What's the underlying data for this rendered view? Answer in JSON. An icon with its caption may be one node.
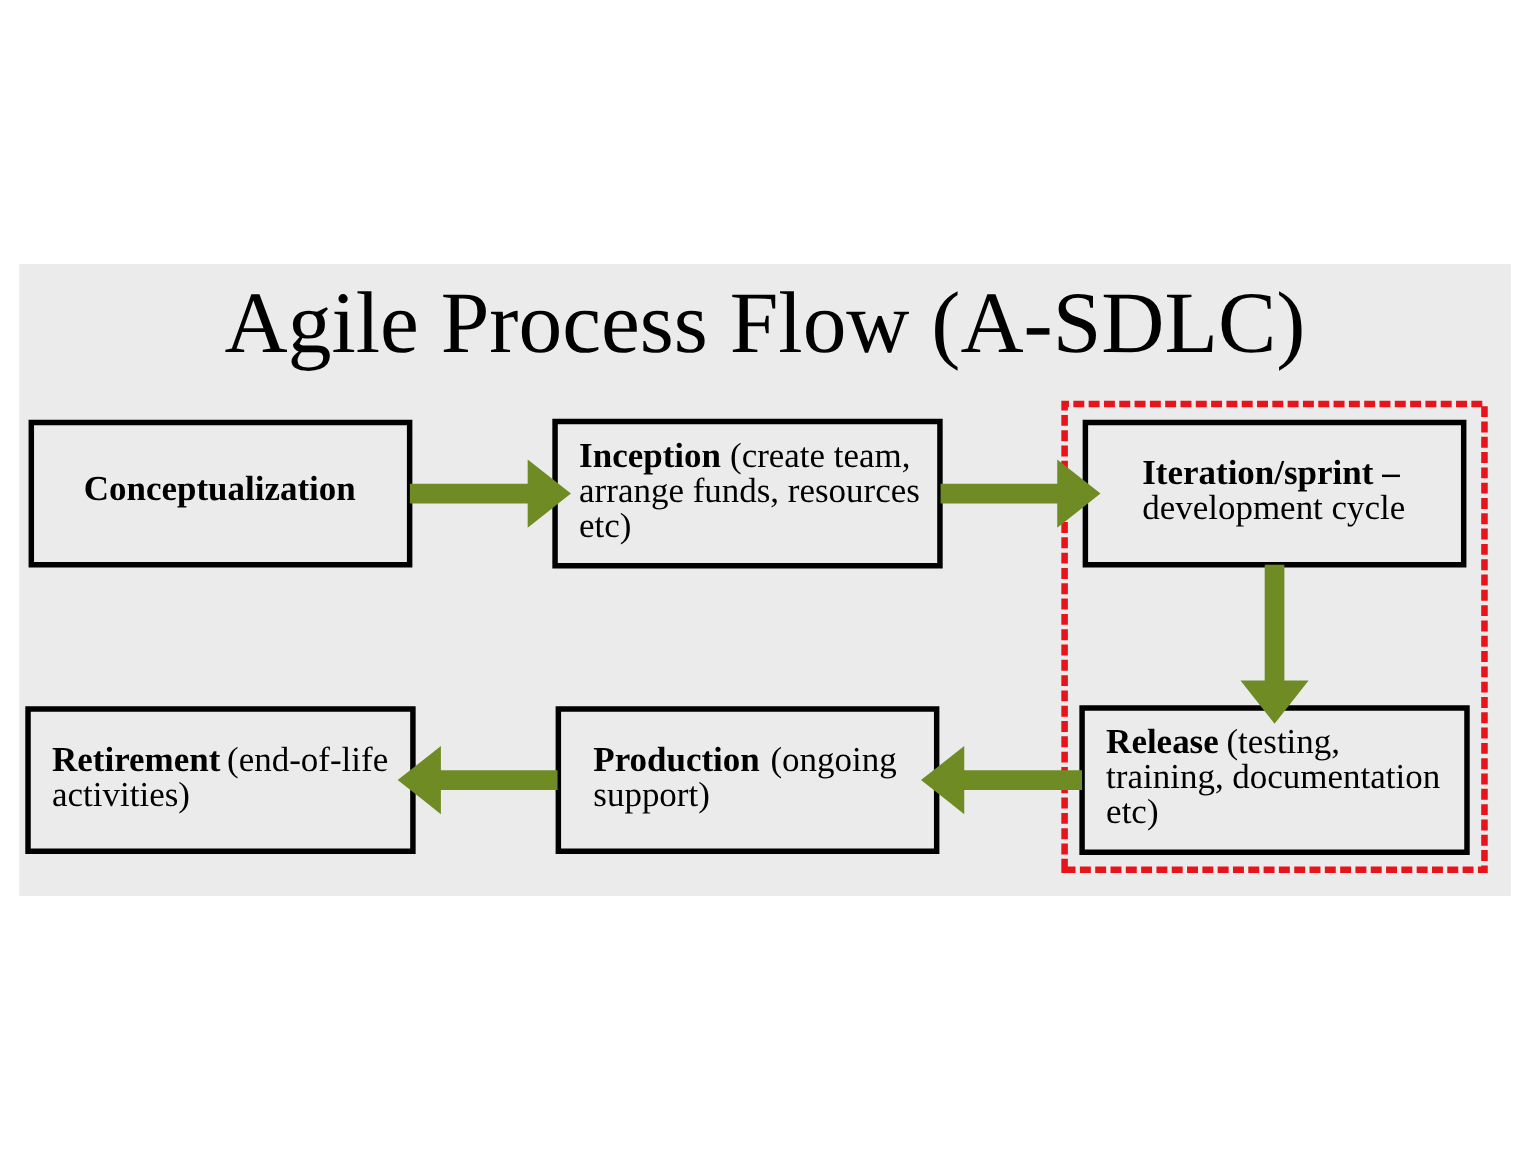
{
  "diagram": {
    "title": "Agile Process Flow (A-SDLC)",
    "nodes": [
      {
        "text": [
          "**Conceptualization**"
        ]
      },
      {
        "text": [
          "**Inception** (create team, arrange funds, resources etc)"
        ]
      },
      {
        "text": [],
        "shape": "box"
      },
      {
        "text": [
          "**Iteration/sprint –** development cycle"
        ],
        "in": 2
      },
      {
        "text": [
          "**Release** (testing, training, documentation etc)"
        ],
        "in": 2
      },
      {
        "text": [
          "**Production** (ongoing support)"
        ]
      },
      {
        "text": [
          "**Retirement** (end-of-life activities)"
        ]
      }
    ],
    "edges": [
      {
        "from": 0,
        "to": 1,
        "arrow": "to"
      },
      {
        "from": 1,
        "to": 3,
        "arrow": "to"
      },
      {
        "from": 3,
        "to": 4,
        "arrow": "to"
      },
      {
        "from": 4,
        "to": 5,
        "arrow": "to"
      },
      {
        "from": 5,
        "to": 6,
        "arrow": "to"
      }
    ]
  }
}
